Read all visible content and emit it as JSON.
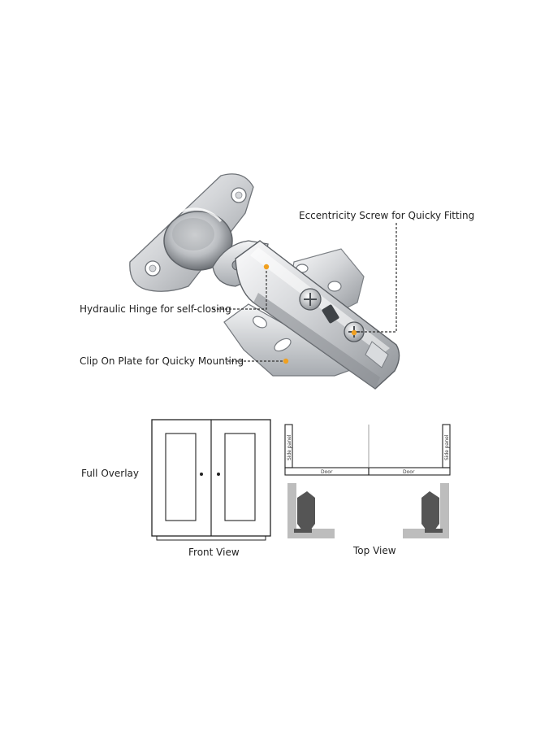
{
  "callouts": {
    "eccentricity_screw": "Eccentricity Screw for Quicky Fitting",
    "hydraulic_hinge": "Hydraulic Hinge for self-closing",
    "clip_on_plate": "Clip On Plate for Quicky Mounting"
  },
  "overlay": {
    "type_label": "Full Overlay",
    "front_view_label": "Front View",
    "top_view_label": "Top View",
    "side_panel_label": "Side panel",
    "door_label": "Door"
  },
  "colors": {
    "callout_marker": "#f0a020",
    "metal_light": "#e9eaec",
    "metal_mid": "#b9bcc0",
    "metal_dark": "#6e7277",
    "section_fill": "#bdbdbd",
    "hinge_section": "#555555"
  }
}
